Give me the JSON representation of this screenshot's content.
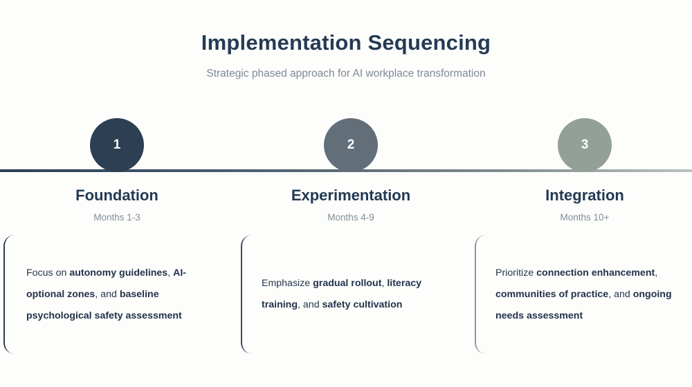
{
  "header": {
    "title": "Implementation Sequencing",
    "subtitle": "Strategic phased approach for AI workplace transformation"
  },
  "colors": {
    "background": "#fdfdfc",
    "title": "#253b53",
    "subtitle": "#7c8a94",
    "phase_1": "#2d3f52",
    "phase_2": "#626f79",
    "phase_3": "#93a098",
    "axis_start": "#2c3e52",
    "axis_end": "#b9c2c0"
  },
  "timeline": {
    "phases": [
      {
        "number": "1",
        "title": "Foundation",
        "duration": "Months 1-3",
        "description_parts": [
          {
            "text": "Focus on ",
            "bold": false
          },
          {
            "text": "autonomy guidelines",
            "bold": true
          },
          {
            "text": ", ",
            "bold": false
          },
          {
            "text": "AI-optional zones",
            "bold": true
          },
          {
            "text": ", and ",
            "bold": false
          },
          {
            "text": "baseline psychological safety assessment",
            "bold": true
          }
        ]
      },
      {
        "number": "2",
        "title": "Experimentation",
        "duration": "Months 4-9",
        "description_parts": [
          {
            "text": "Emphasize ",
            "bold": false
          },
          {
            "text": "gradual rollout",
            "bold": true
          },
          {
            "text": ", ",
            "bold": false
          },
          {
            "text": "literacy training",
            "bold": true
          },
          {
            "text": ", and ",
            "bold": false
          },
          {
            "text": "safety cultivation",
            "bold": true
          }
        ]
      },
      {
        "number": "3",
        "title": "Integration",
        "duration": "Months 10+",
        "description_parts": [
          {
            "text": "Prioritize ",
            "bold": false
          },
          {
            "text": "connection enhancement",
            "bold": true
          },
          {
            "text": ", ",
            "bold": false
          },
          {
            "text": "communities of practice",
            "bold": true
          },
          {
            "text": ", and ",
            "bold": false
          },
          {
            "text": "ongoing needs assessment",
            "bold": true
          }
        ]
      }
    ]
  }
}
